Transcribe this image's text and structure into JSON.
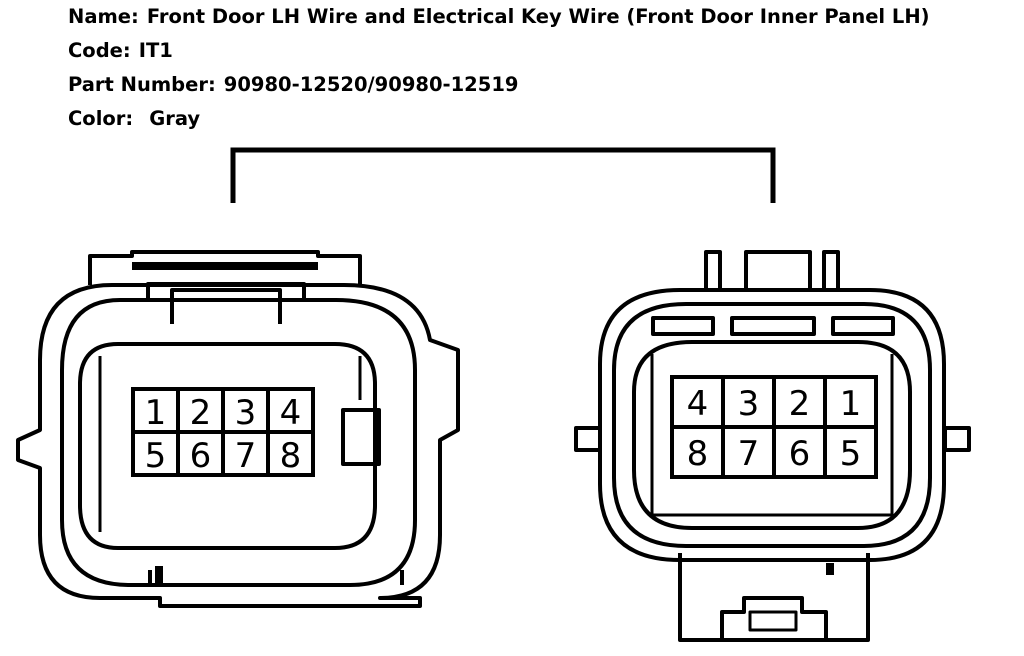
{
  "info": {
    "name_label": "Name:",
    "name_value": "Front Door LH Wire and Electrical Key Wire (Front Door Inner Panel LH)",
    "code_label": "Code:",
    "code_value": "IT1",
    "part_label": "Part Number:",
    "part_value": "90980-12520/90980-12519",
    "color_label": "Color:",
    "color_value": "Gray"
  },
  "connectors": {
    "left": {
      "pins": [
        "1",
        "2",
        "3",
        "4",
        "5",
        "6",
        "7",
        "8"
      ]
    },
    "right": {
      "pins": [
        "4",
        "3",
        "2",
        "1",
        "8",
        "7",
        "6",
        "5"
      ]
    }
  },
  "colors": {
    "line": "#000000",
    "background": "#ffffff"
  }
}
